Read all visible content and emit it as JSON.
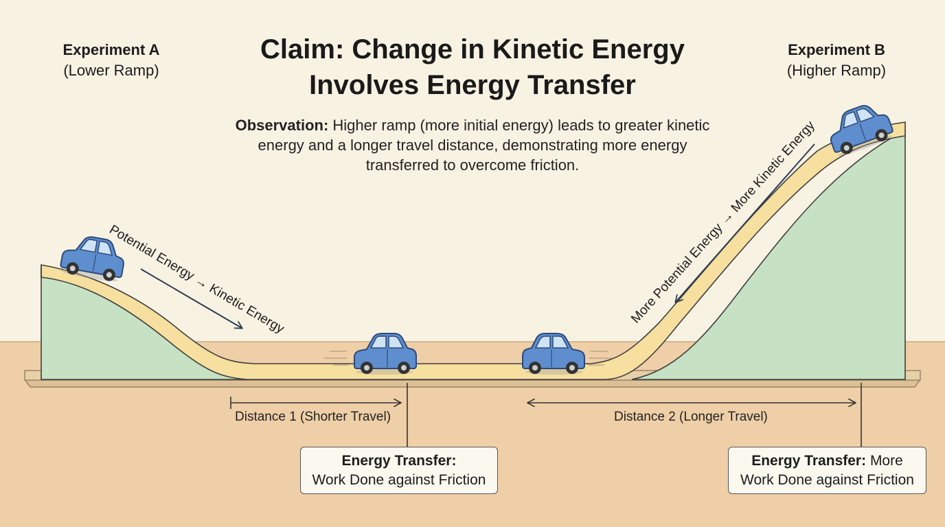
{
  "title": {
    "line1": "Claim: Change in Kinetic Energy",
    "line2": "Involves Energy Transfer"
  },
  "observation": {
    "label": "Observation:",
    "text": "Higher ramp (more initial energy) leads to greater kinetic energy and a longer travel distance, demonstrating more energy transferred to overcome friction."
  },
  "experiment_a": {
    "name": "Experiment A",
    "detail": "(Lower Ramp)"
  },
  "experiment_b": {
    "name": "Experiment B",
    "detail": "(Higher Ramp)"
  },
  "ramp_a_label": "Potential Energy → Kinetic Energy",
  "ramp_b_label": "More Potential Energy → More Kinetic Energy",
  "distance_1": "Distance 1 (Shorter Travel)",
  "distance_2": "Distance 2 (Longer Travel)",
  "transfer_a": {
    "label": "Energy Transfer:",
    "extra": "",
    "line2": "Work Done against Friction"
  },
  "transfer_b": {
    "label": "Energy Transfer:",
    "extra": "More",
    "line2": "Work Done against Friction"
  },
  "colors": {
    "background": "#f8f2e3",
    "ground": "#efcfa7",
    "ramp_fill": "#c6e1c3",
    "track": "#f6df9f",
    "car_body": "#5f8ecf",
    "arrow": "#2e3d52"
  },
  "icons": [
    "car-icon",
    "arrow-icon",
    "measure-arrow-icon"
  ]
}
